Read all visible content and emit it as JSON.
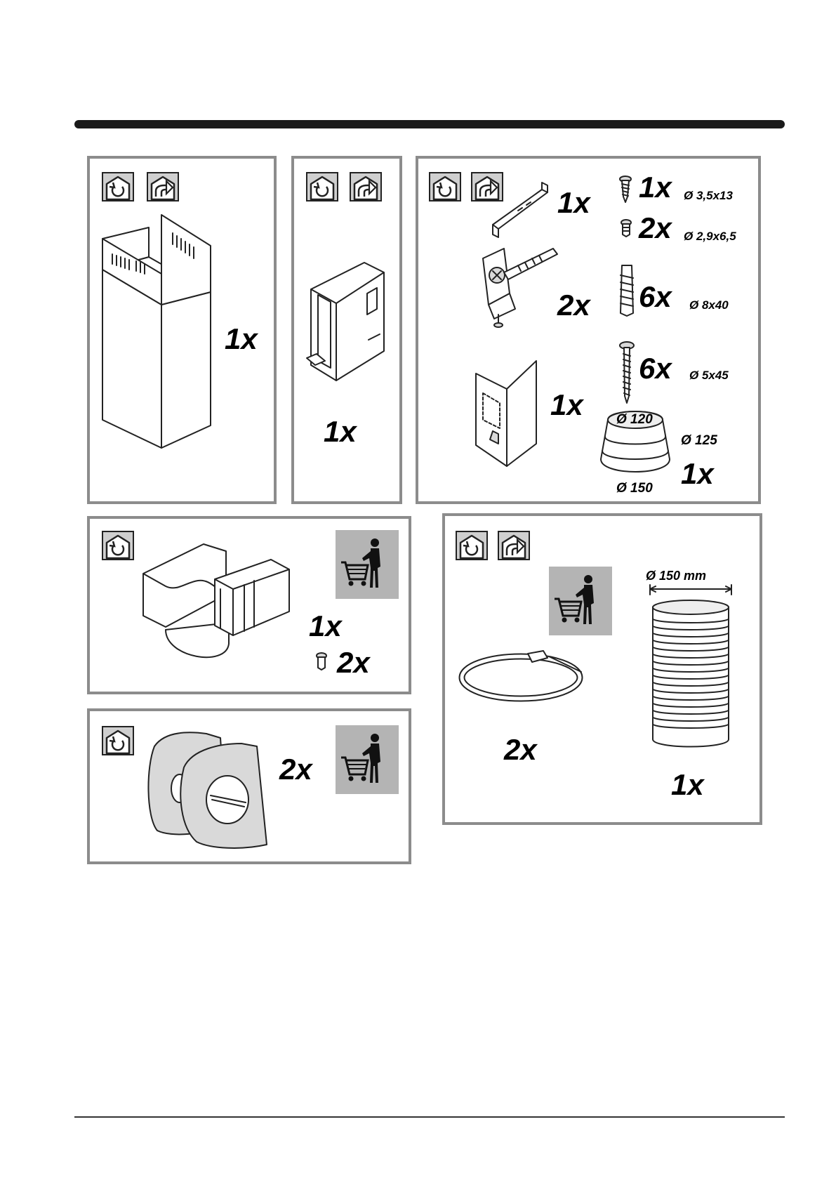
{
  "panels": {
    "chimney": {
      "qty": "1x"
    },
    "bracket_frame": {
      "qty": "1x"
    },
    "hardware": {
      "bracket_qty": "1x",
      "screw1_qty": "1x",
      "screw1_spec": "Ø 3,5x13",
      "screw2_qty": "2x",
      "screw2_spec": "Ø 2,9x6,5",
      "hinge_qty": "2x",
      "plug_qty": "6x",
      "plug_spec": "Ø 8x40",
      "screw3_qty": "6x",
      "screw3_spec": "Ø 5x45",
      "template_qty": "1x",
      "reducer_top": "Ø 120",
      "reducer_side": "Ø 125",
      "reducer_bottom": "Ø 150",
      "reducer_qty": "1x"
    },
    "deflector": {
      "qty": "1x",
      "screw_qty": "2x"
    },
    "filters": {
      "qty": "2x"
    },
    "duct": {
      "clamp_qty": "2x",
      "hose_diameter": "Ø 150 mm",
      "hose_qty": "1x"
    }
  },
  "icons": {
    "recirculation": "recirculation-mode-icon",
    "extraction": "extraction-mode-icon",
    "optional": "shopping-cart-person-icon"
  }
}
